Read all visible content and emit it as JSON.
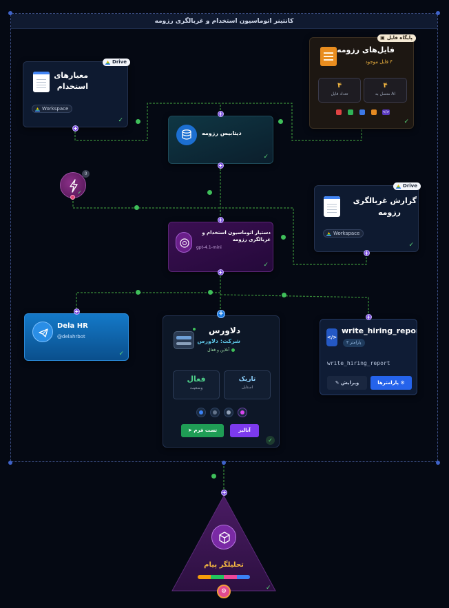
{
  "container": {
    "title": "کانتینر اتوماسیون استخدام و غربالگری رزومه"
  },
  "criteria_node": {
    "title_line1": "معیارهای",
    "title_line2": "استخدام",
    "badge": "Drive",
    "chip": "Workspace"
  },
  "files_node": {
    "badge": "پایگاه فایل",
    "title": "فایل‌های رزومه",
    "subtitle": "۴ فایل موجود",
    "stats": [
      {
        "value": "۴",
        "label": "AI متصل به"
      },
      {
        "value": "۴",
        "label": "تعداد فایل"
      }
    ]
  },
  "database_node": {
    "title": "دیتابیس رزومه"
  },
  "trigger_node": {
    "badge": "0"
  },
  "report_node": {
    "title_line1": "گزارش غربالگری",
    "title_line2": "رزومه",
    "badge": "Drive",
    "chip": "Workspace"
  },
  "assistant_node": {
    "title_line1": "دستیار اتوماسیون استخدام و",
    "title_line2": "غربالگری رزومه",
    "model": "gpt-4.1-mini"
  },
  "telegram_node": {
    "title": "Dela HR",
    "handle": "@delahrbot"
  },
  "dolores_node": {
    "title": "دلاورس",
    "company": "شرکت: دلاورس",
    "status_line": "آنلاین و فعال",
    "stats": [
      {
        "value": "فعال",
        "label": "وضعیت"
      },
      {
        "value": "تاریک",
        "label": "استایل"
      }
    ],
    "analyze_button": "آنالیز",
    "test_button": "تست فرم"
  },
  "tool_node": {
    "title": "write_hiring_report",
    "params_badge": "پارامتر ۳",
    "description": "write_hiring_report",
    "params_button": "پارامترها",
    "edit_button": "ویرایش"
  },
  "analyzer_node": {
    "title": "تحلیلگر پیام"
  },
  "colors": {
    "background": "#050913",
    "wire": "#3a8f3a",
    "accent_purple": "#7b4fe0",
    "accent_blue": "#1677e0",
    "accent_green": "#1f9d55",
    "drive_gold": "#f5b841"
  }
}
